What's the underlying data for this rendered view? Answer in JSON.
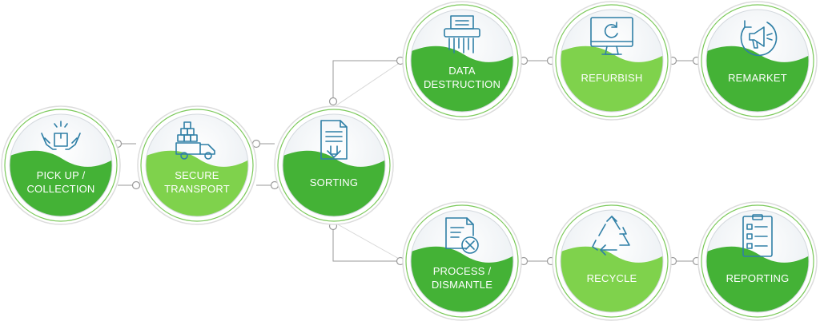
{
  "colors": {
    "green_dark": "#44b236",
    "green_light": "#7fd24c",
    "ring": "#dcdcdc",
    "ring_accent": "#7bc95a",
    "icon": "#2f7fa6",
    "connector": "#9a9a9a"
  },
  "steps": [
    {
      "label": "PICK UP /\nCOLLECTION",
      "icon": "package-hands-icon",
      "tone": "dark"
    },
    {
      "label": "SECURE\nTRANSPORT",
      "icon": "delivery-truck-icon",
      "tone": "light"
    },
    {
      "label": "SORTING",
      "icon": "document-sort-icon",
      "tone": "dark"
    },
    {
      "label": "DATA\nDESTRUCTION",
      "icon": "paper-shredder-icon",
      "tone": "dark"
    },
    {
      "label": "REFURBISH",
      "icon": "monitor-refresh-icon",
      "tone": "light"
    },
    {
      "label": "REMARKET",
      "icon": "megaphone-icon",
      "tone": "dark"
    },
    {
      "label": "PROCESS /\nDISMANTLE",
      "icon": "document-cancel-icon",
      "tone": "dark"
    },
    {
      "label": "RECYCLE",
      "icon": "recycle-icon",
      "tone": "light"
    },
    {
      "label": "REPORTING",
      "icon": "checklist-icon",
      "tone": "dark"
    }
  ]
}
